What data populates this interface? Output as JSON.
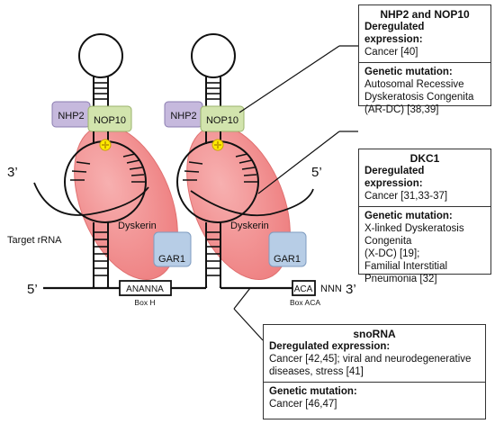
{
  "diagram": {
    "labels": {
      "three_prime_left": "3’",
      "five_prime_left_bottom": "5’",
      "five_prime_right": "5’",
      "three_prime_right": "3’",
      "target_rrna": "Target rRNA",
      "nhp2": "NHP2",
      "nop10": "NOP10",
      "dyskerin": "Dyskerin",
      "gar1": "GAR1",
      "box_h_seq": "ANANNA",
      "box_h": "Box H",
      "box_aca_seq": "ACA",
      "box_aca": "Box ACA",
      "nnn": "NNN"
    }
  },
  "boxes": {
    "nhp2_nop10": {
      "title": "NHP2 and NOP10",
      "dereg_heading": "Deregulated expression:",
      "dereg_text": "Cancer [40]",
      "mut_heading": "Genetic mutation:",
      "mut_lines": [
        "Autosomal  Recessive",
        "Dyskeratosis  Congenita",
        "(AR-DC) [38,39]"
      ]
    },
    "dkc1": {
      "title": "DKC1",
      "dereg_heading": "Deregulated expression:",
      "dereg_text": "Cancer [31,33-37]",
      "mut_heading": "Genetic mutation:",
      "mut_lines": [
        "X-linked Dyskeratosis",
        "Congenita",
        "(X-DC) [19];",
        "Familial Interstitial",
        "Pneumonia [32]"
      ]
    },
    "snorna": {
      "title": "snoRNA",
      "dereg_heading": "Deregulated expression:",
      "dereg_lines": [
        "Cancer [42,45]; viral and neurodegenerative",
        "diseases, stress [41]"
      ],
      "mut_heading": "Genetic mutation:",
      "mut_text": "Cancer [46,47]"
    }
  },
  "colors": {
    "dyskerin": "#f08a8a",
    "nhp2": "#c6b9dd",
    "nop10": "#d2e4ad",
    "gar1": "#b7cde6",
    "plus": "#ffea00"
  }
}
